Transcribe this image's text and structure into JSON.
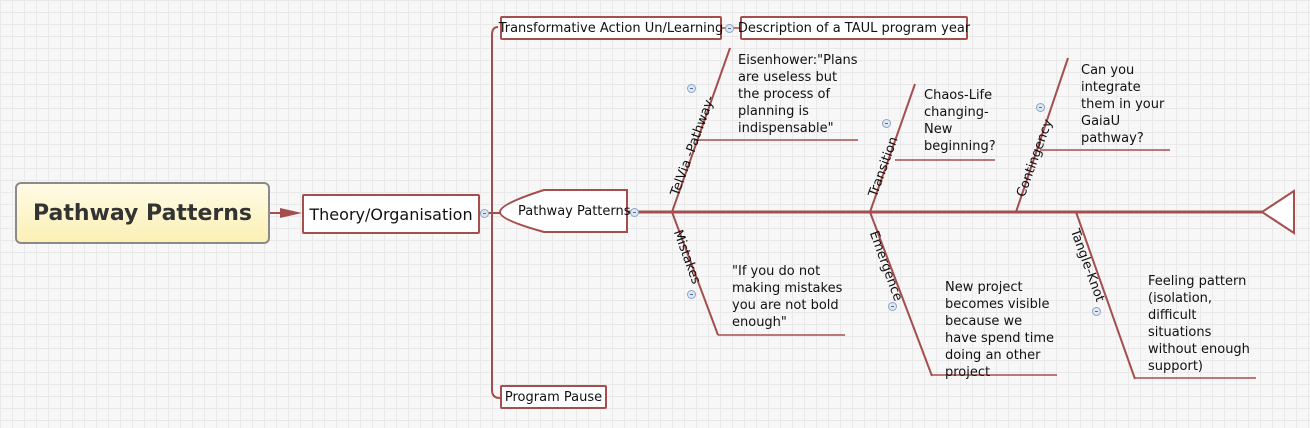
{
  "root": {
    "label": "Pathway Patterns"
  },
  "theory": {
    "label": "Theory/Organisation"
  },
  "branches": {
    "taul": "Transformative Action Un/Learning",
    "taul_child": "Description of a TAUL program year",
    "fishbone": "Pathway Patterns",
    "pause": "Program Pause"
  },
  "bones": {
    "top": [
      {
        "label": "TelVia -Pathway-",
        "note": "Eisenhower:\"Plans are useless but the process of planning is indispensable\""
      },
      {
        "label": "Transition",
        "note": "Chaos-Life changing-New beginning?"
      },
      {
        "label": "Contingency",
        "note": "Can you integrate them in your GaiaU pathway?"
      }
    ],
    "bottom": [
      {
        "label": "Mistakes",
        "note": "\"If you do not making mistakes you are not bold enough\""
      },
      {
        "label": "Emergence",
        "note": "New project becomes visible because we have spend time doing an other project"
      },
      {
        "label": "Tangle-Knot",
        "note": "Feeling pattern (isolation, difficult situations without enough support)"
      }
    ]
  },
  "colors": {
    "accent": "#a54e4e",
    "root_fill": "#fbf0b5"
  }
}
